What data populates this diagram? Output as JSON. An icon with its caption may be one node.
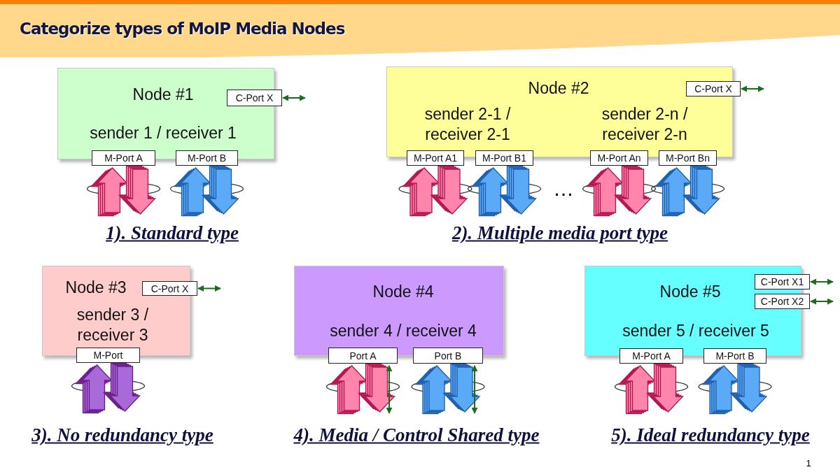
{
  "diagram": {
    "title": "Categorize types of MoIP Media Nodes",
    "nodes": [
      {
        "text": [
          "Node #1",
          "sender 1 / receiver 1"
        ]
      },
      {
        "text": [
          "C-Port X"
        ]
      },
      {
        "text": [
          "M-Port A"
        ]
      },
      {
        "text": [
          "M-Port B"
        ]
      },
      {
        "text": [
          "Node #2",
          "sender 2-1 / receiver 2-1",
          "sender 2-n / receiver 2-n"
        ]
      },
      {
        "text": [
          "C-Port X"
        ]
      },
      {
        "text": [
          "M-Port A1"
        ]
      },
      {
        "text": [
          "M-Port B1"
        ]
      },
      {
        "text": [
          "M-Port An"
        ]
      },
      {
        "text": [
          "M-Port Bn"
        ]
      },
      {
        "text": [
          "Node #3",
          "sender 3 / receiver 3"
        ]
      },
      {
        "text": [
          "C-Port X"
        ]
      },
      {
        "text": [
          "M-Port"
        ]
      },
      {
        "text": [
          "Node #4",
          "sender 4 / receiver 4"
        ]
      },
      {
        "text": [
          "Port A"
        ]
      },
      {
        "text": [
          "Port B"
        ]
      },
      {
        "text": [
          "Node #5",
          "sender 5 / receiver 5"
        ]
      },
      {
        "text": [
          "C-Port X1"
        ]
      },
      {
        "text": [
          "C-Port X2"
        ]
      },
      {
        "text": [
          "M-Port A"
        ]
      },
      {
        "text": [
          "M-Port B"
        ]
      }
    ],
    "edges": [
      {
        "from": 1,
        "to": null,
        "arrow": "both"
      },
      {
        "from": 5,
        "to": null,
        "arrow": "both"
      },
      {
        "from": 11,
        "to": null,
        "arrow": "both"
      },
      {
        "from": 17,
        "to": null,
        "arrow": "both"
      },
      {
        "from": 18,
        "to": null,
        "arrow": "both"
      }
    ],
    "labels": [
      "1). Standard type",
      "…",
      "2). Multiple media port type",
      "3). No redundancy type",
      "4). Media / Control Shared type",
      "5). Ideal redundancy type",
      "1"
    ]
  }
}
